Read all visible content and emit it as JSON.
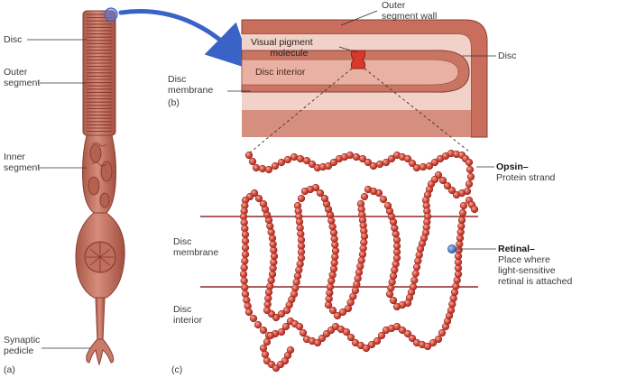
{
  "panel_a": {
    "letter": "(a)",
    "labels": {
      "disc": "Disc",
      "outer_segment": [
        "Outer",
        "segment"
      ],
      "inner_segment": [
        "Inner",
        "segment"
      ],
      "synaptic_pedicle": [
        "Synaptic",
        "pedicle"
      ]
    }
  },
  "panel_b": {
    "letter": "(b)",
    "labels": {
      "outer_segment_wall": [
        "Outer",
        "segment wall"
      ],
      "visual_pigment_molecule": [
        "Visual pigment",
        "molecule"
      ],
      "disc_interior": "Disc interior",
      "disc": "Disc",
      "disc_membrane": [
        "Disc",
        "membrane"
      ]
    }
  },
  "panel_c": {
    "letter": "(c)",
    "labels": {
      "opsin": {
        "title": "Opsin–",
        "desc": "Protein strand"
      },
      "retinal": {
        "title": "Retinal–",
        "desc": [
          "Place where",
          "light-sensitive",
          "retinal is attached"
        ]
      },
      "disc_membrane": [
        "Disc",
        "membrane"
      ],
      "disc_interior": [
        "Disc",
        "interior"
      ]
    }
  },
  "colors": {
    "rod_fill": "#c97a68",
    "rod_dark": "#a85545",
    "disc_fill": "#d99282",
    "bead": "#c8453a",
    "bead_highlight": "#f3a495",
    "membrane_line": "#8e2a2a",
    "arrow_blue": "#3a63c8",
    "retinal_blue": "#3a6fd0",
    "leader": "#333333"
  }
}
